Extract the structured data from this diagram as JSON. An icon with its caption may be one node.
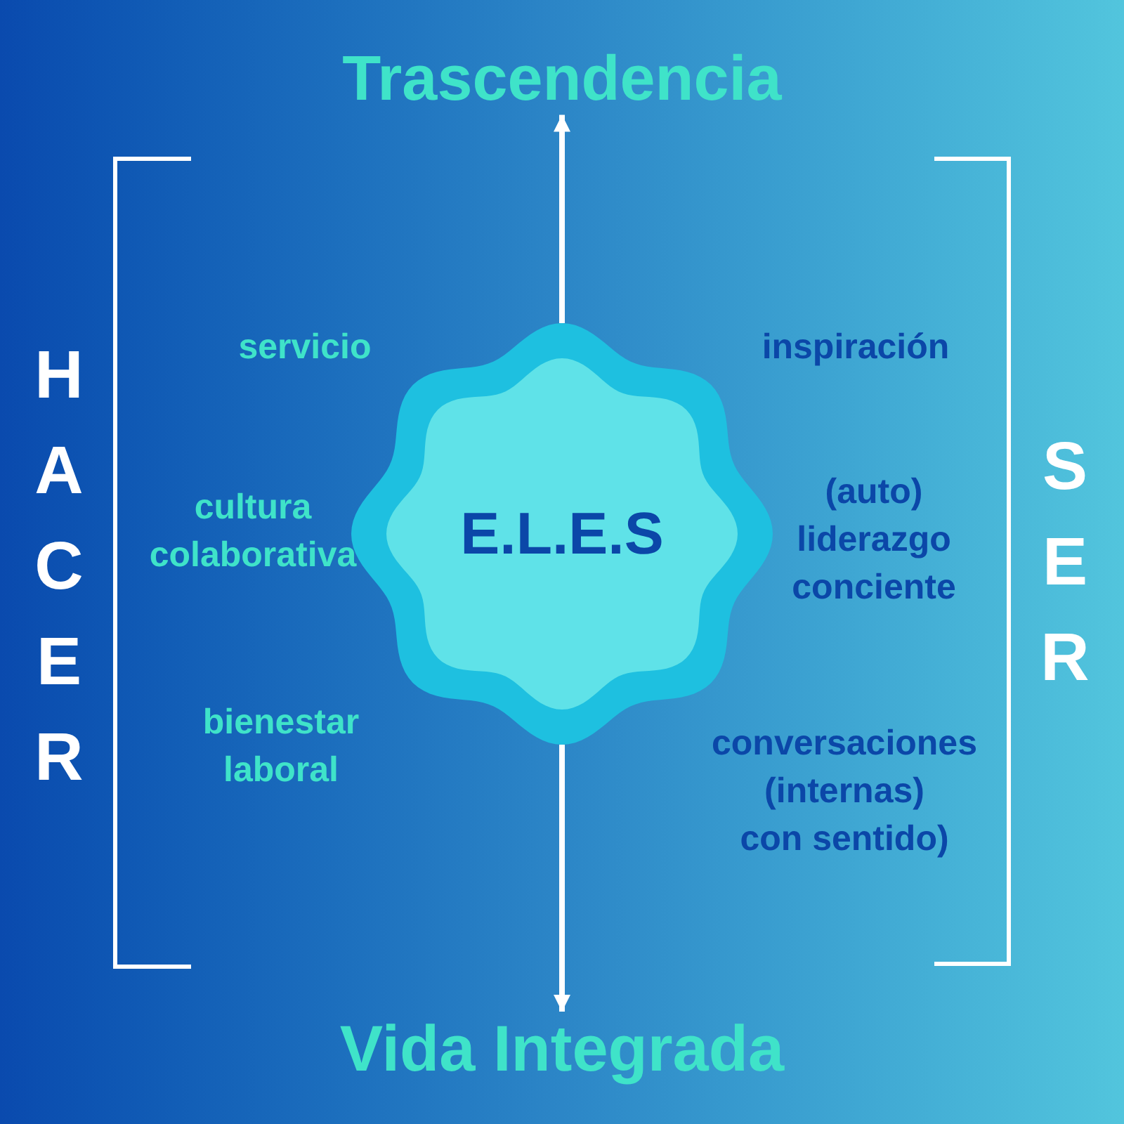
{
  "diagram": {
    "nodes": [
      {
        "text": [
          "Trascendencia"
        ]
      },
      {
        "text": [
          "E.L.E.S"
        ]
      },
      {
        "text": [
          "Vida Integrada"
        ]
      }
    ],
    "edges": [
      {
        "from": 1,
        "to": 0,
        "arrow": "to"
      },
      {
        "from": 1,
        "to": 2,
        "arrow": "to"
      }
    ],
    "labels": [
      "HACER",
      "servicio",
      "cultura colaborativa",
      "bienestar laboral",
      "inspiración",
      "(auto) liderazgo conciente",
      "conversaciones (internas) con sentido)",
      "SER"
    ]
  }
}
